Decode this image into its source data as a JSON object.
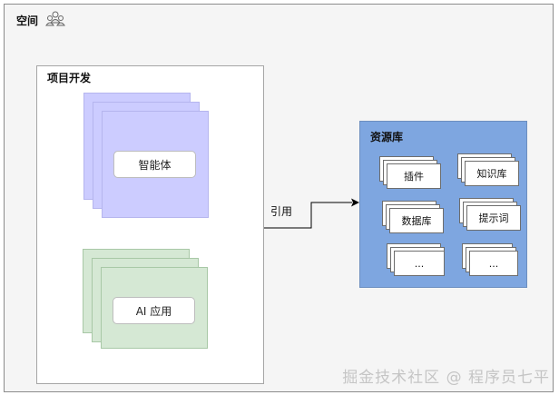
{
  "space": {
    "title": "空间",
    "icon": "users-icon"
  },
  "project": {
    "title": "项目开发",
    "agent_label": "智能体",
    "app_label": "AI 应用"
  },
  "edge": {
    "label": "引用"
  },
  "resource": {
    "title": "资源库",
    "items": [
      "插件",
      "知识库",
      "数据库",
      "提示词",
      "...",
      "..."
    ]
  },
  "colors": {
    "space_bg": "#f5f5f5",
    "agent_stack": "#ccccff",
    "app_stack": "#d5e8d4",
    "resource_bg": "#7ea6e0"
  },
  "watermark": "掘金技术社区 @ 程序员七平"
}
